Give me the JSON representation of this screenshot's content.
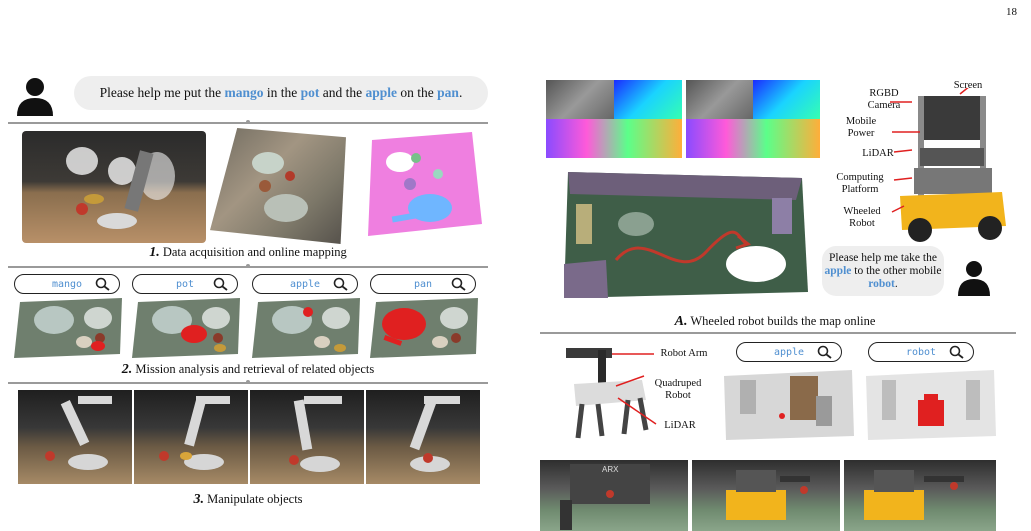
{
  "page_number": "18",
  "left": {
    "instruction": {
      "p1": "Please help me put the ",
      "mango": "mango",
      "p2": " in the ",
      "pot": "pot",
      "p3": " and the ",
      "apple": "apple",
      "p4": " on the ",
      "pan": "pan",
      "p5": "."
    },
    "step1": {
      "num": "1.",
      "text": " Data acquisition and online mapping"
    },
    "searches": [
      "mango",
      "pot",
      "apple",
      "pan"
    ],
    "step2": {
      "num": "2.",
      "text": " Mission analysis and retrieval of related objects"
    },
    "step3": {
      "num": "3.",
      "text": " Manipulate objects"
    }
  },
  "right": {
    "robot_labels": {
      "screen": "Screen",
      "rgbd": "RGBD\nCamera",
      "mobile_power": "Mobile\nPower",
      "lidar": "LiDAR",
      "computing": "Computing\nPlatform",
      "wheeled": "Wheeled\nRobot"
    },
    "instruction": {
      "p1": "Please help me take the ",
      "apple": "apple",
      "p2": " to the other mobile ",
      "robot": "robot",
      "p3": "."
    },
    "stepA": {
      "num": "A.",
      "text": " Wheeled robot builds the map online"
    },
    "quad_labels": {
      "arm": "Robot Arm",
      "quadruped": "Quadruped\nRobot",
      "lidar": "LiDAR"
    },
    "searches": [
      "apple",
      "robot"
    ],
    "photo_text": "ARX"
  },
  "colors": {
    "highlight": "#4f8fd0",
    "red": "#e02020",
    "rule": "#9a9a9a"
  }
}
